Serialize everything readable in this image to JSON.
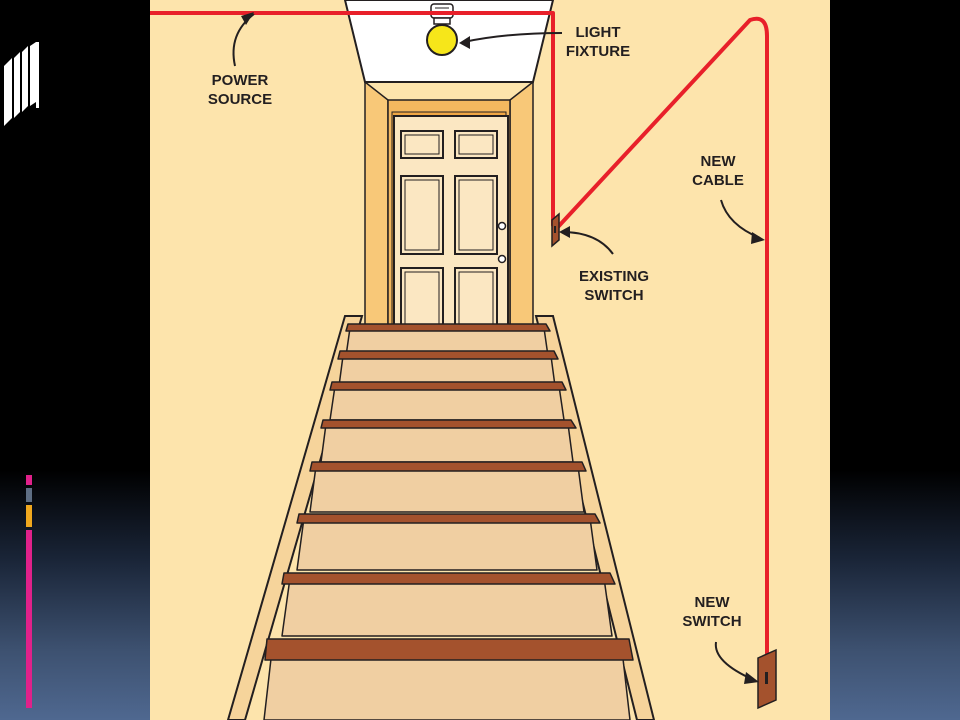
{
  "colors": {
    "wall": "#fde4ac",
    "wire": "#e8202a",
    "tread": "#a4522d",
    "riser": "#f0cfa2",
    "door": "#fbe7c2",
    "frame": "#f4b85f",
    "bulb": "#f6e61a",
    "accent_pink": "#e0218a",
    "accent_gray": "#5e6e84",
    "accent_gold": "#f0a81e"
  },
  "labels": {
    "power_source": [
      "POWER",
      "SOURCE"
    ],
    "light_fixture": [
      "LIGHT",
      "FIXTURE"
    ],
    "new_cable": [
      "NEW",
      "CABLE"
    ],
    "existing_switch": [
      "EXISTING",
      "SWITCH"
    ],
    "new_switch": [
      "NEW",
      "SWITCH"
    ]
  },
  "icons": {
    "slide_logo": "card-stack-icon",
    "bulb": "light-bulb-icon",
    "switch": "wall-switch-icon"
  }
}
